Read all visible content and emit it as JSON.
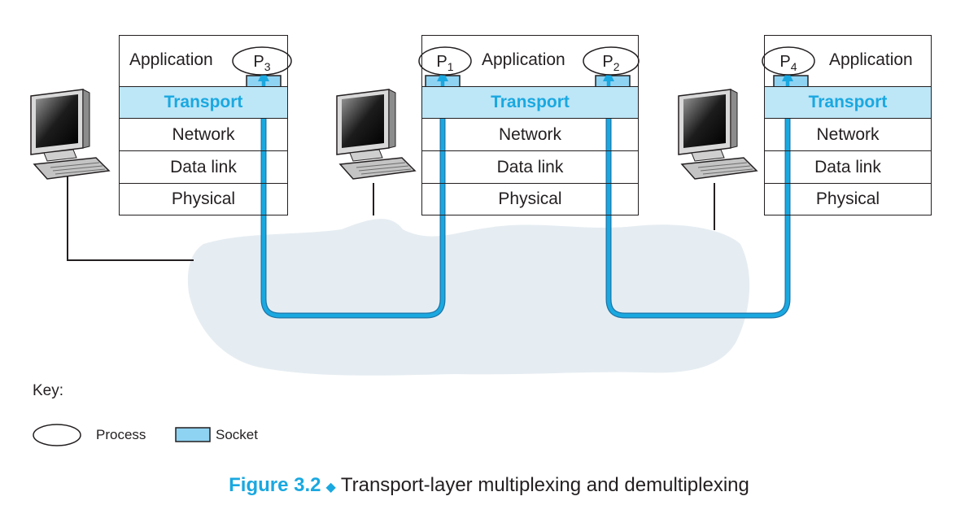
{
  "hosts": [
    {
      "layers": {
        "application": "Application",
        "transport": "Transport",
        "network": "Network",
        "datalink": "Data link",
        "physical": "Physical"
      },
      "processes": [
        {
          "name": "P",
          "sub": "3"
        }
      ]
    },
    {
      "layers": {
        "application": "Application",
        "transport": "Transport",
        "network": "Network",
        "datalink": "Data link",
        "physical": "Physical"
      },
      "processes": [
        {
          "name": "P",
          "sub": "1"
        },
        {
          "name": "P",
          "sub": "2"
        }
      ]
    },
    {
      "layers": {
        "application": "Application",
        "transport": "Transport",
        "network": "Network",
        "datalink": "Data link",
        "physical": "Physical"
      },
      "processes": [
        {
          "name": "P",
          "sub": "4"
        }
      ]
    }
  ],
  "key": {
    "title": "Key:",
    "process_label": "Process",
    "socket_label": "Socket"
  },
  "caption": {
    "figure": "Figure 3.2",
    "text": "Transport-layer multiplexing and demultiplexing"
  },
  "colors": {
    "accent": "#1aa8e0",
    "transport_fill": "#bde6f7",
    "socket_fill": "#8fd3f2",
    "cloud": "#e6edf2",
    "line": "#231f20"
  }
}
